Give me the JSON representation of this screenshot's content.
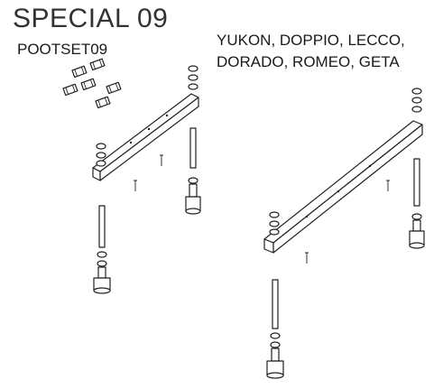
{
  "header": {
    "title": "SPECIAL 09",
    "set_code": "POOTSET09"
  },
  "models": {
    "line1": "YUKON, DOPPIO, LECCO,",
    "line2": "DORADO, ROMEO, GETA"
  },
  "icons": [
    "mounting-clip-icon",
    "support-rail-icon",
    "threaded-rod-icon",
    "adjustable-foot-icon",
    "nut-icon",
    "screw-icon"
  ]
}
